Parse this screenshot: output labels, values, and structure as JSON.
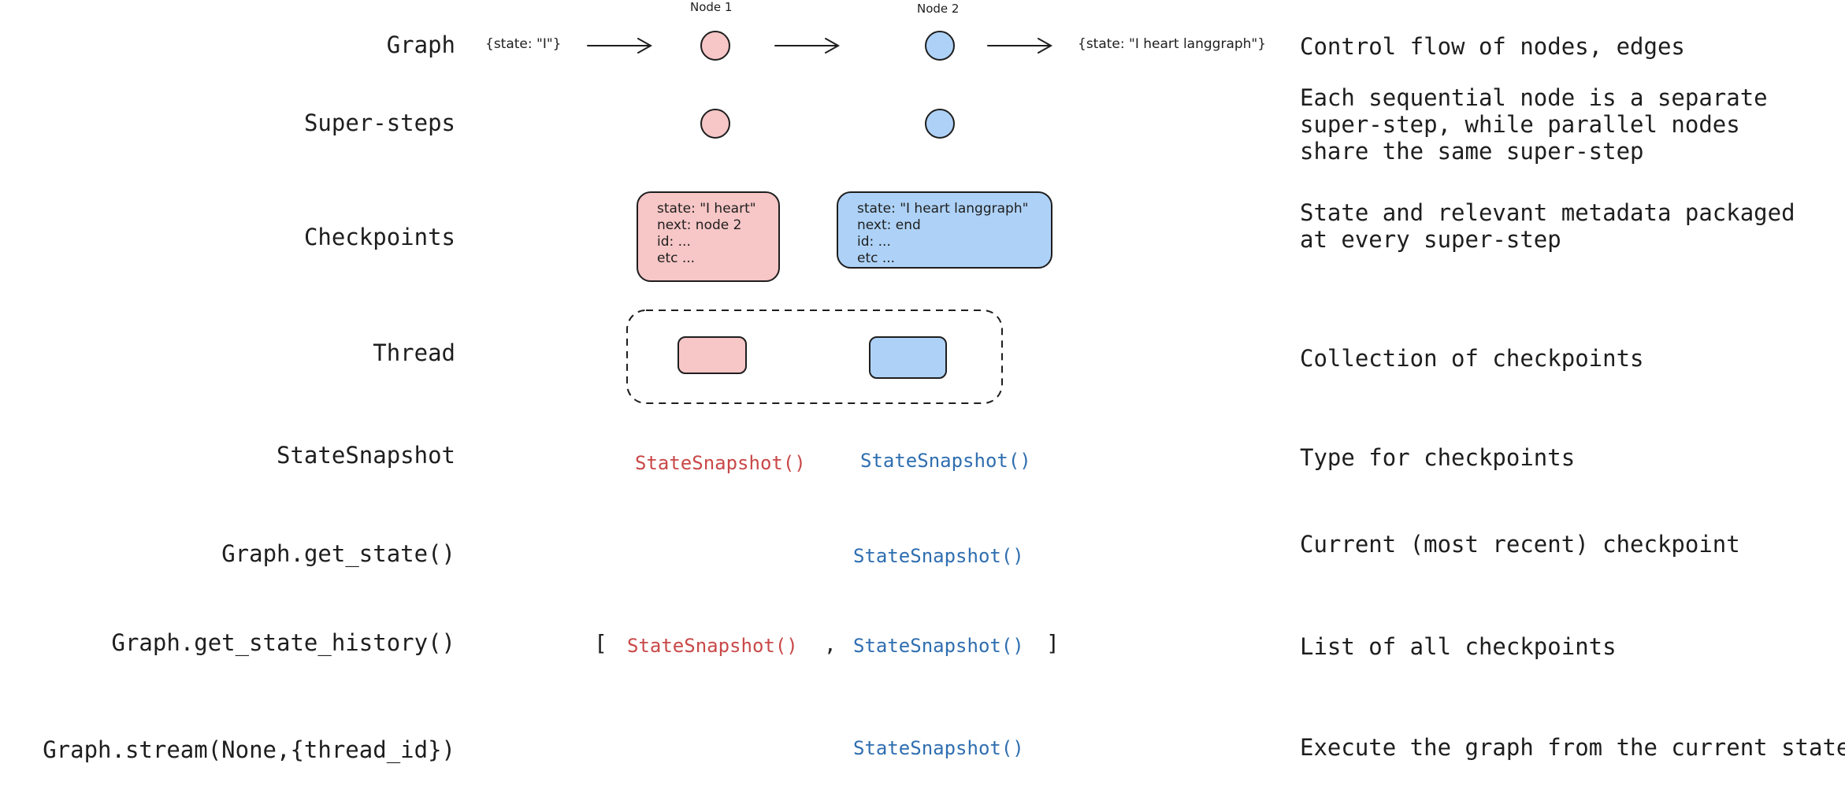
{
  "rows": {
    "graph": {
      "label": "Graph",
      "desc": "Control flow of nodes, edges"
    },
    "supersteps": {
      "label": "Super-steps",
      "desc_lines": [
        "Each sequential node is a separate",
        "super-step, while parallel nodes",
        "share the same super-step"
      ]
    },
    "checkpoints": {
      "label": "Checkpoints",
      "desc_lines": [
        "State and relevant metadata packaged",
        "at every super-step"
      ]
    },
    "thread": {
      "label": "Thread",
      "desc": "Collection of checkpoints"
    },
    "statesnapshot": {
      "label": "StateSnapshot",
      "desc": "Type for checkpoints"
    },
    "get_state": {
      "label": "Graph.get_state()",
      "desc": "Current (most recent) checkpoint"
    },
    "get_state_history": {
      "label": "Graph.get_state_history()",
      "desc": "List of all checkpoints"
    },
    "stream": {
      "label": "Graph.stream(None,{thread_id})",
      "desc": "Execute the graph from the current state"
    }
  },
  "graph": {
    "input_state": "{state: \"I\"}",
    "output_state": "{state: \"I heart langgraph\"}",
    "node1_label": "Node 1",
    "node2_label": "Node 2"
  },
  "checkpoint1": {
    "lines": [
      "state: \"I heart\"",
      "next: node 2",
      "id: ...",
      "etc ..."
    ]
  },
  "checkpoint2": {
    "lines": [
      "state: \"I heart langgraph\"",
      "next: end",
      "id: ...",
      "etc ..."
    ]
  },
  "snapshots": {
    "type_call": "StateSnapshot()",
    "open_bracket": "[",
    "comma": ",",
    "close_bracket": "]"
  },
  "colors": {
    "node1_fill": "#f7c6c6",
    "node2_fill": "#aed2f7",
    "node1_text": "#c94848",
    "node2_text": "#2f6eb0"
  }
}
